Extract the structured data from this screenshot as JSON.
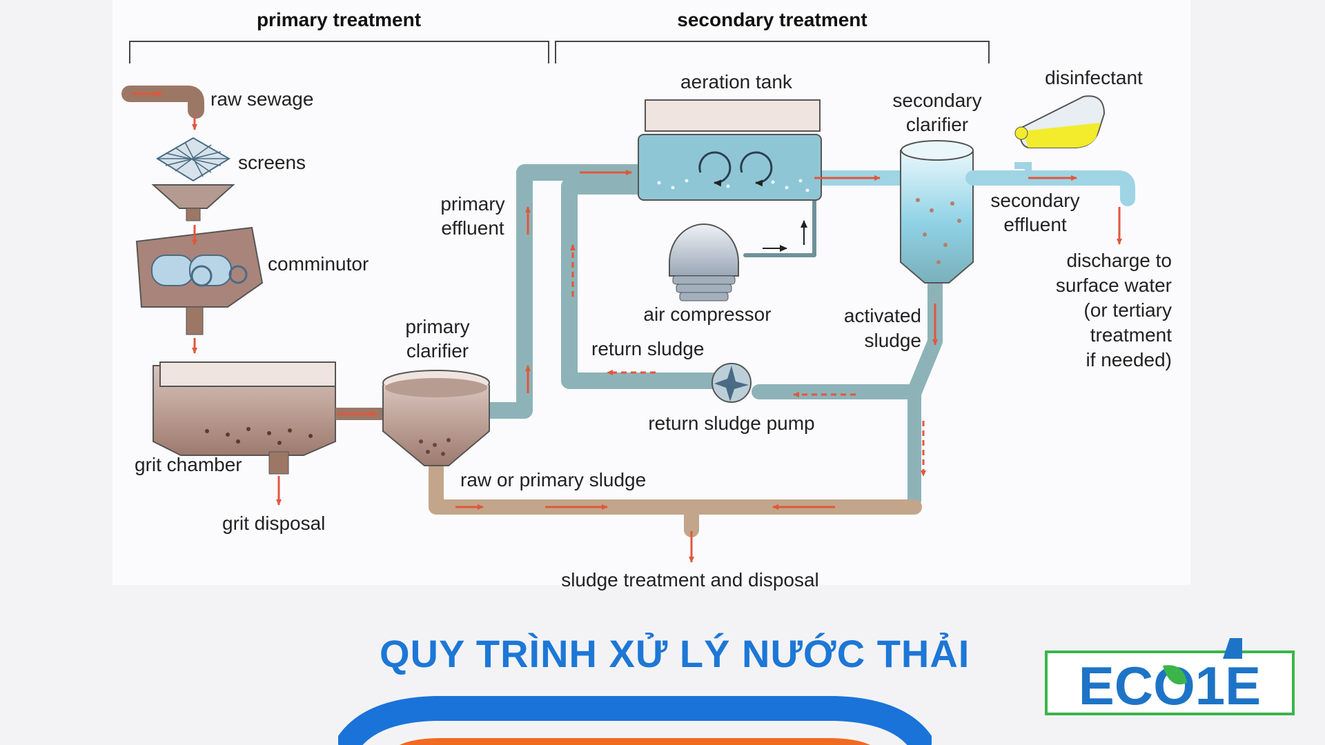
{
  "diagram": {
    "headers": {
      "primary": "primary treatment",
      "secondary": "secondary treatment"
    },
    "labels": {
      "raw_sewage": "raw sewage",
      "screens": "screens",
      "comminutor": "comminutor",
      "grit_chamber": "grit chamber",
      "grit_disposal": "grit disposal",
      "primary_clarifier_1": "primary",
      "primary_clarifier_2": "clarifier",
      "primary_effluent_1": "primary",
      "primary_effluent_2": "effluent",
      "aeration_tank": "aeration tank",
      "air_compressor": "air compressor",
      "return_sludge": "return sludge",
      "return_sludge_pump": "return sludge pump",
      "raw_or_primary_sludge": "raw or primary sludge",
      "sludge_treatment": "sludge treatment and disposal",
      "secondary_clarifier_1": "secondary",
      "secondary_clarifier_2": "clarifier",
      "activated_sludge_1": "activated",
      "activated_sludge_2": "sludge",
      "disinfectant": "disinfectant",
      "secondary_effluent_1": "secondary",
      "secondary_effluent_2": "effluent",
      "discharge_1": "discharge to",
      "discharge_2": "surface water",
      "discharge_3": "(or tertiary",
      "discharge_4": "treatment",
      "discharge_5": "if needed)"
    }
  },
  "page": {
    "title": "QUY TRÌNH XỬ LÝ NƯỚC THẢI"
  },
  "logo": {
    "text": "ECO1E"
  },
  "colors": {
    "pipe": "#8db3b8",
    "sludge_pipe": "#c2a58a",
    "arrow": "#e2563b",
    "water": "#8fd2e6",
    "title_blue": "#1d77d6",
    "logo_blue": "#1d74c6",
    "logo_green": "#3bb54a"
  }
}
